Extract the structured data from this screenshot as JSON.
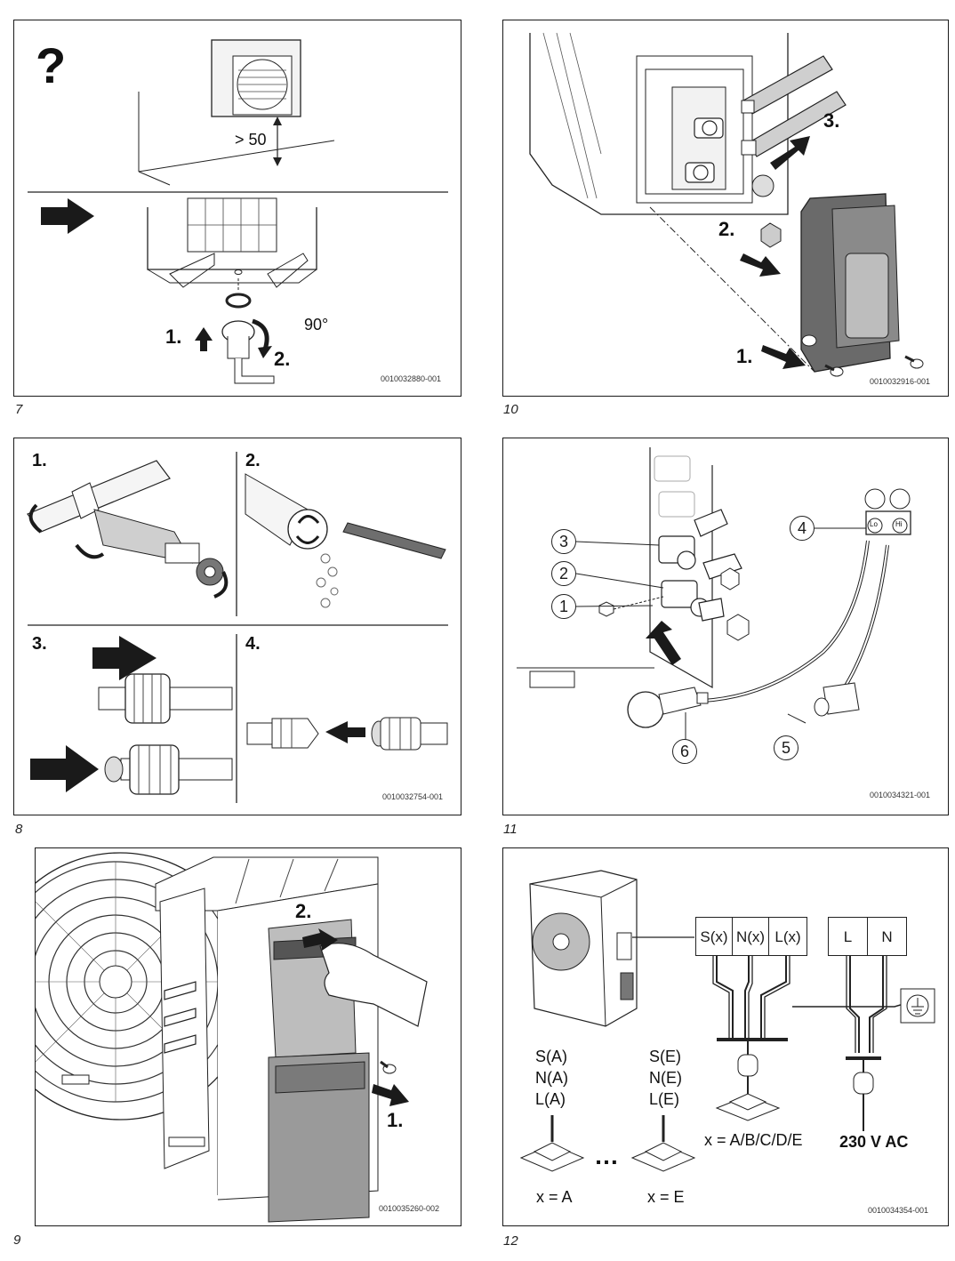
{
  "fig7": {
    "number": "7",
    "code": "0010032880-001",
    "question": "?",
    "dim": "> 50",
    "angle": "90°",
    "step1": "1.",
    "step2": "2."
  },
  "fig10": {
    "number": "10",
    "code": "0010032916-001",
    "step1": "1.",
    "step2": "2.",
    "step3": "3."
  },
  "fig8": {
    "number": "8",
    "code": "0010032754-001",
    "step1": "1.",
    "step2": "2.",
    "step3": "3.",
    "step4": "4."
  },
  "fig11": {
    "number": "11",
    "code": "0010034321-001",
    "labels": [
      "1",
      "2",
      "3",
      "4",
      "5",
      "6"
    ],
    "lo": "Lo",
    "hi": "Hi"
  },
  "fig9": {
    "number": "9",
    "code": "0010035260-002",
    "step1": "1.",
    "step2": "2."
  },
  "fig12": {
    "number": "12",
    "code": "0010034354-001",
    "terminals_x": [
      "S(x)",
      "N(x)",
      "L(x)"
    ],
    "terminals_power": [
      "L",
      "N"
    ],
    "unit_a": [
      "S(A)",
      "N(A)",
      "L(A)"
    ],
    "unit_e": [
      "S(E)",
      "N(E)",
      "L(E)"
    ],
    "ellipsis": "…",
    "x_a": "x = A",
    "x_e": "x = E",
    "x_all": "x = A/B/C/D/E",
    "voltage": "230 V AC"
  }
}
